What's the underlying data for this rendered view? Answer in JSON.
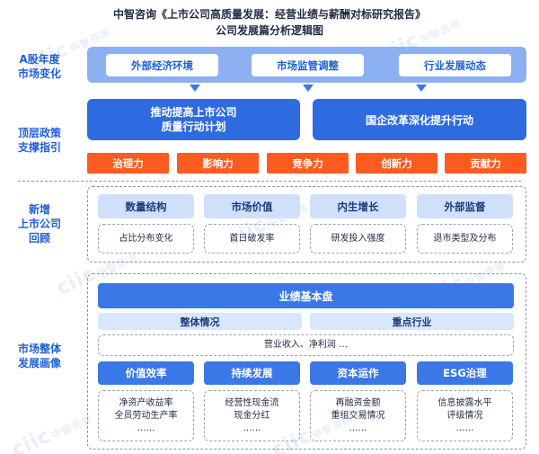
{
  "title": {
    "line1": "中智咨询《上市公司高质量发展：经营业绩与薪酬对标研究报告》",
    "line2": "公司发展篇分析逻辑图"
  },
  "watermark": {
    "brand": "ciic",
    "name": "中智咨询"
  },
  "side_labels": {
    "market": "A股年度\n市场变化",
    "policy": "顶层政策\n支撑指引",
    "new_listed": "新增\n上市公司\n回顾",
    "overall": "市场整体\n发展画像"
  },
  "market_changes": [
    "外部经济环境",
    "市场监管调整",
    "行业发展动态"
  ],
  "policies": [
    "推动提高上市公司\n质量行动计划",
    "国企改革深化提升行动"
  ],
  "capabilities": [
    "治理力",
    "影响力",
    "竞争力",
    "创新力",
    "贡献力"
  ],
  "new_listed": [
    {
      "title": "数量结构",
      "detail": "占比分布变化"
    },
    {
      "title": "市场价值",
      "detail": "首日破发率"
    },
    {
      "title": "内生增长",
      "detail": "研发投入强度"
    },
    {
      "title": "外部监督",
      "detail": "退市类型及分布"
    }
  ],
  "overall": {
    "header": "业绩基本盘",
    "sub_headers": [
      "整体情况",
      "重点行业"
    ],
    "metrics_line": "营业收入、净利润 …",
    "dimensions": [
      {
        "title": "价值效率",
        "details": [
          "净资产收益率",
          "全员劳动生产率",
          "……"
        ]
      },
      {
        "title": "持续发展",
        "details": [
          "经营性现金流",
          "现金分红",
          "……"
        ]
      },
      {
        "title": "资本运作",
        "details": [
          "再融资金额",
          "重组交易情况",
          "……"
        ]
      },
      {
        "title": "ESG治理",
        "details": [
          "信息披露水平",
          "评级情况",
          "……"
        ]
      }
    ]
  },
  "colors": {
    "primary": "#3a78e6",
    "accent": "#ff5a1f",
    "light": "#cfe0fa"
  }
}
